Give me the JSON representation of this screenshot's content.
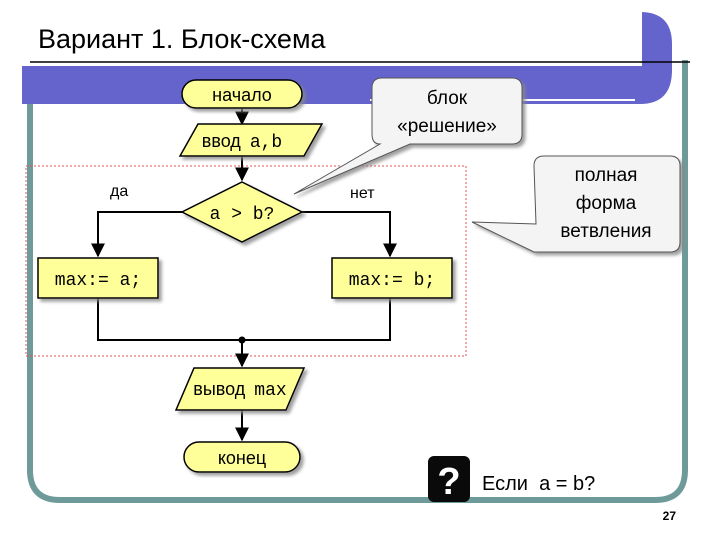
{
  "slide": {
    "title": "Вариант 1. Блок-схема",
    "page_number": "27"
  },
  "flowchart": {
    "start": "начало",
    "input_word": "ввод",
    "input_vars": "a,b",
    "condition": "a > b?",
    "yes_label": "да",
    "no_label": "нет",
    "assign_yes": "max:= a;",
    "assign_no": "max:= b;",
    "output_word": "вывод",
    "output_var": "max",
    "end": "конец"
  },
  "callouts": {
    "decision_line1": "блок",
    "decision_line2": "«решение»",
    "branch_line1": "полная",
    "branch_line2": "форма",
    "branch_line3": "ветвления"
  },
  "question": {
    "mark": "?",
    "text": "Если  a = b?"
  },
  "colors": {
    "frame": "#6f9a9a",
    "title_bar": "#6464cc",
    "block_fill": "#ffff99",
    "callout_fill": "#f4f4f4",
    "dashed_region": "#e05050"
  }
}
